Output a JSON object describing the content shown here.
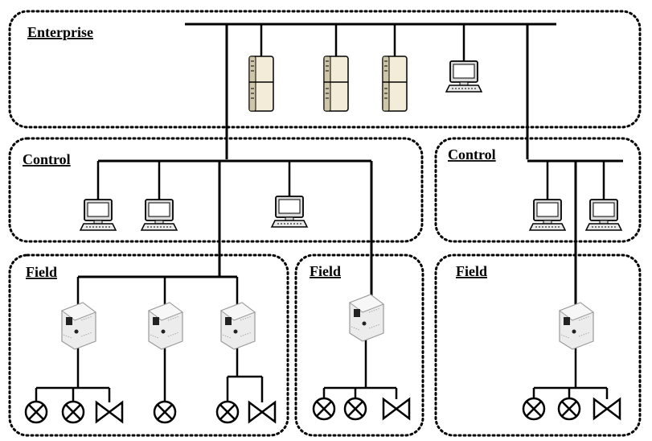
{
  "zones": {
    "enterprise": "Enterprise",
    "control_left": "Control",
    "control_right": "Control",
    "field_left": "Field",
    "field_middle": "Field",
    "field_right": "Field"
  },
  "colors": {
    "border": "#000000",
    "server_body": "#f3ecd8",
    "plc_body": "#e6e6e6",
    "screen": "#ffffff"
  },
  "icons": {
    "server": "server-icon",
    "workstation": "workstation-icon",
    "plc": "plc-icon",
    "sensor": "sensor-icon",
    "valve": "valve-icon"
  }
}
